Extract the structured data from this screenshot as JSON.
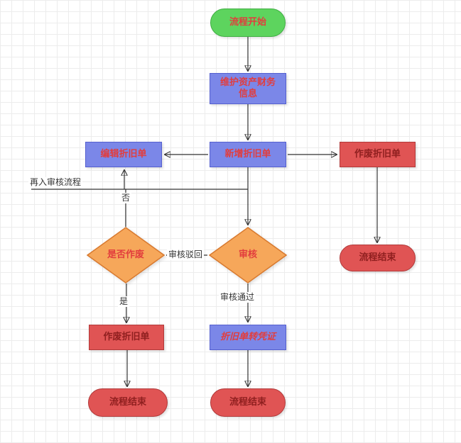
{
  "diagram": {
    "nodes": {
      "start": {
        "label": "流程开始"
      },
      "maintain": {
        "label": "维护资产财务信息"
      },
      "add_slip": {
        "label": "新增折旧单"
      },
      "edit_slip": {
        "label": "编辑折旧单"
      },
      "void_slip_right": {
        "label": "作废折旧单"
      },
      "end_right": {
        "label": "流程结束"
      },
      "review": {
        "label": "审核"
      },
      "is_void": {
        "label": "是否作废"
      },
      "void_slip_left": {
        "label": "作废折旧单"
      },
      "to_voucher": {
        "label": "折旧单转凭证"
      },
      "end_left": {
        "label": "流程结束"
      },
      "end_center": {
        "label": "流程结束"
      }
    },
    "edge_labels": {
      "reenter": "再入审核流程",
      "no": "否",
      "reject": "审核驳回",
      "yes": "是",
      "approve": "审核通过"
    },
    "colors": {
      "green_fill": "#5dd45e",
      "green_border": "#3fae42",
      "blue_fill": "#7b87e8",
      "blue_border": "#5560cf",
      "red_fill": "#e05454",
      "red_border": "#b13a3a",
      "orange_fill": "#f6a75a",
      "orange_border": "#d87a30",
      "node_text_red": "#e23d3d",
      "node_text_dark_red": "#8f1f1f",
      "edge_stroke": "#333333",
      "grid_line": "#ececec"
    }
  }
}
